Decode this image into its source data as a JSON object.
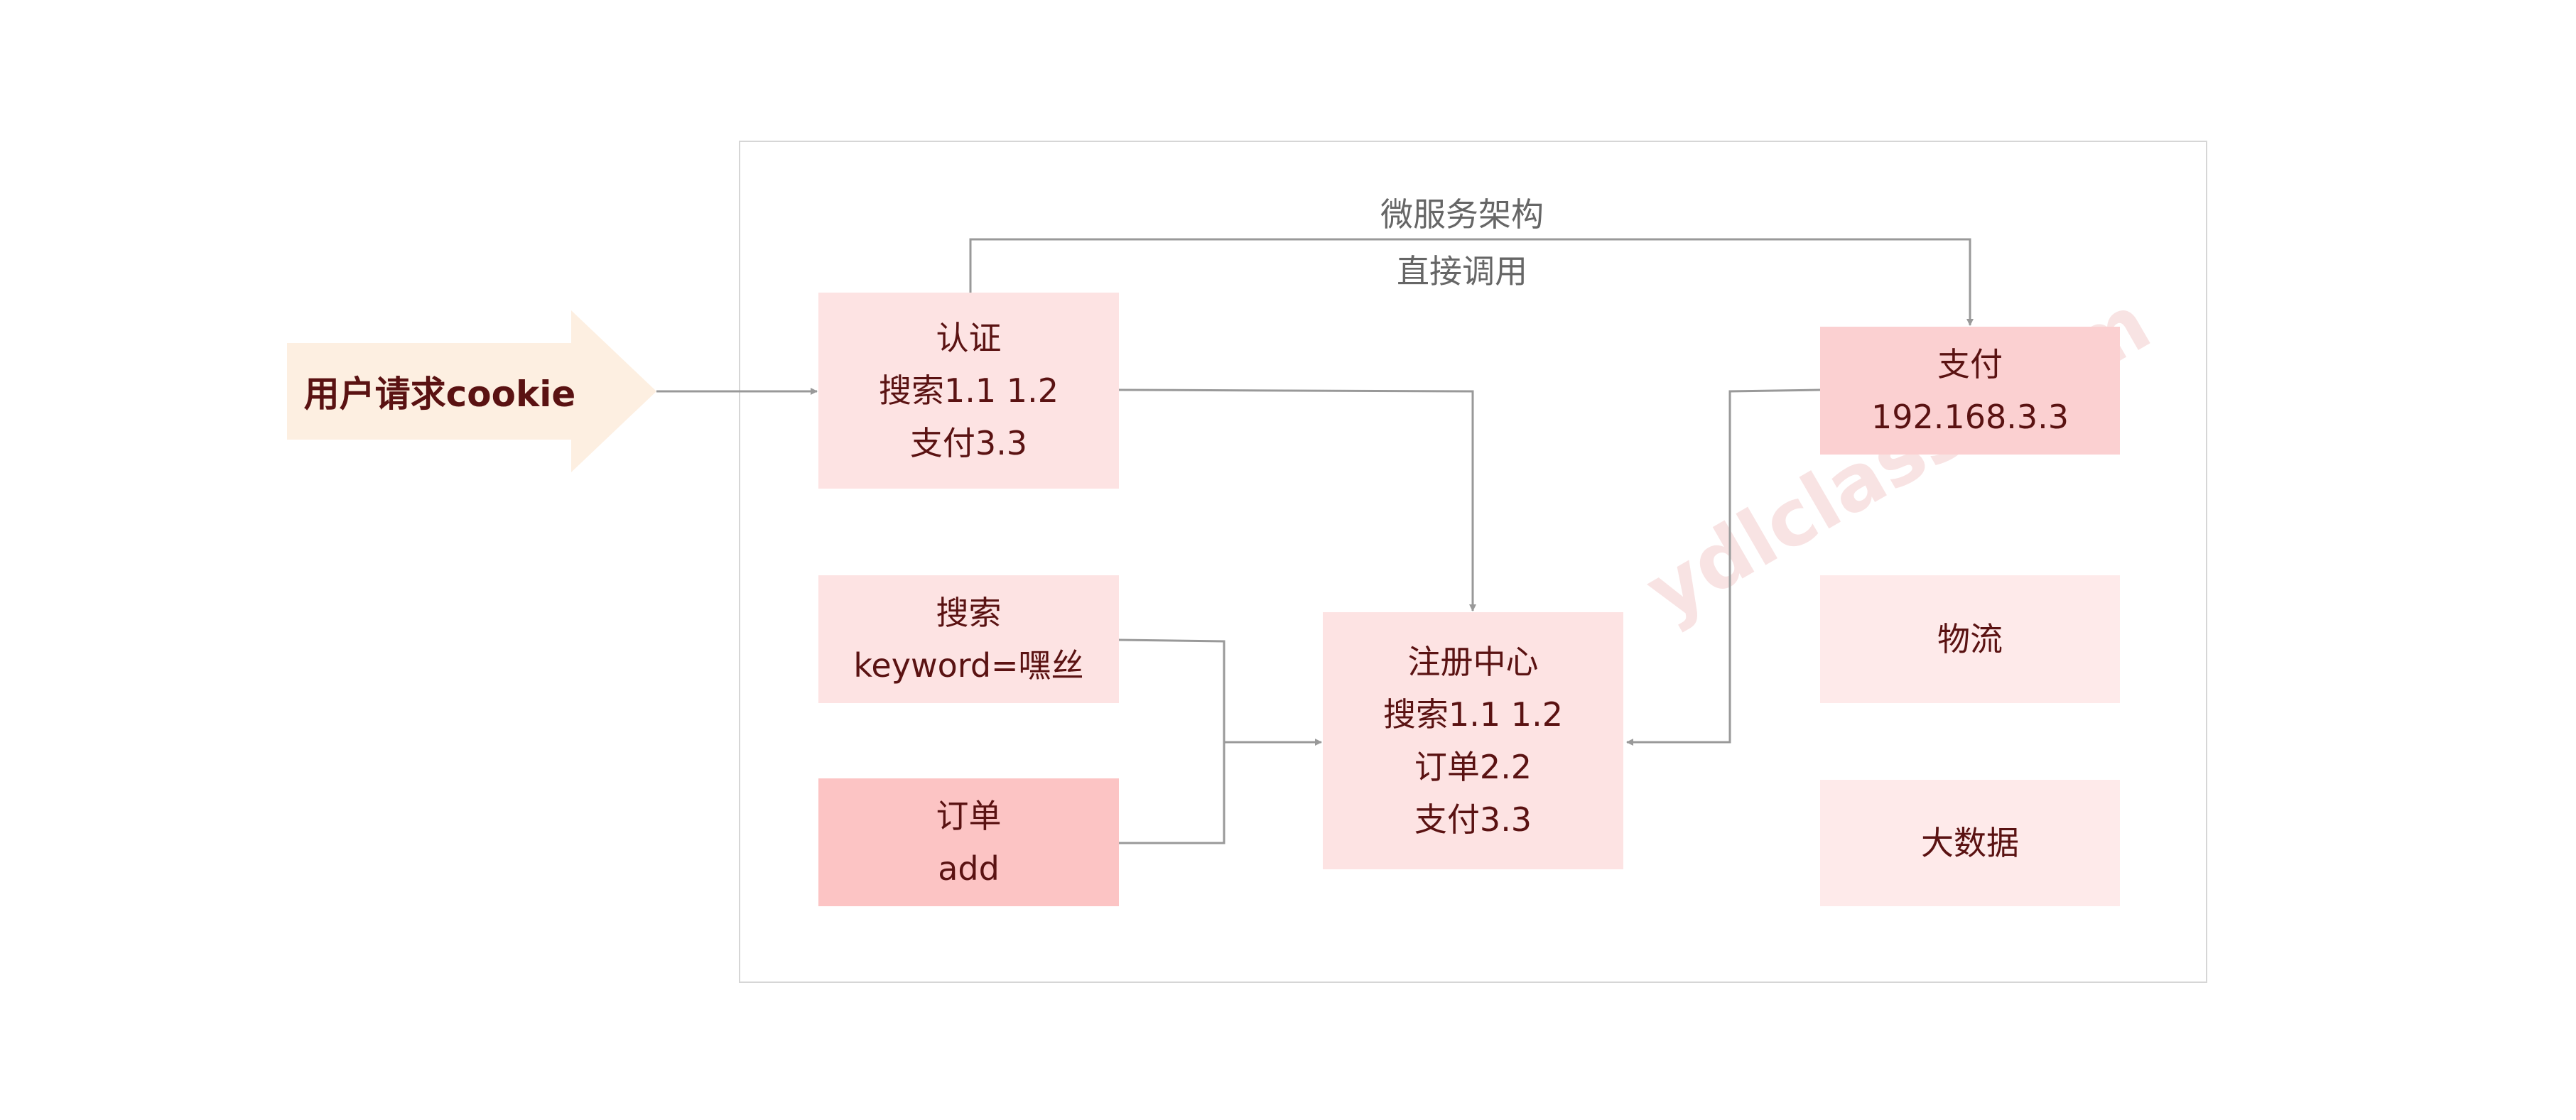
{
  "title": "微服务架构",
  "direct_call_label": "直接调用",
  "watermark": "ydlclass.com",
  "request": {
    "label": "用户请求cookie"
  },
  "boxes": {
    "auth": {
      "line1": "认证",
      "line2": "搜索1.1 1.2",
      "line3": "支付3.3"
    },
    "search": {
      "line1": "搜索",
      "line2": "keyword=嘿丝"
    },
    "order": {
      "line1": "订单",
      "line2": "add"
    },
    "registry": {
      "line1": "注册中心",
      "line2": "搜索1.1 1.2",
      "line3": "订单2.2",
      "line4": "支付3.3"
    },
    "payment": {
      "line1": "支付",
      "line2": "192.168.3.3"
    },
    "logistics": {
      "line1": "物流"
    },
    "bigdata": {
      "line1": "大数据"
    }
  },
  "colors": {
    "box_light": "#fde3e3",
    "box_medium": "#fbd0d1",
    "box_strong": "#fcc4c4",
    "box_faint": "#feeaea",
    "text": "#5a1212",
    "arrow": "#999999",
    "request_arrow": "#fdefe1"
  }
}
